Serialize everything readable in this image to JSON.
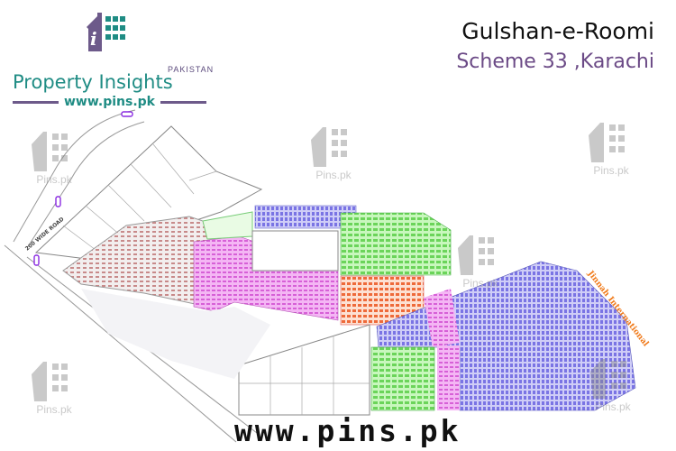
{
  "logo": {
    "country": "PAKISTAN",
    "brand": "Property Insights",
    "url": "www.pins.pk",
    "colors": {
      "purple": "#6d5a8a",
      "teal": "#1f8c84"
    }
  },
  "header": {
    "title": "Gulshan-e-Roomi",
    "subtitle": "Scheme 33 ,Karachi"
  },
  "map": {
    "labels": {
      "road_left": "200 WIDE ROAD",
      "road_right": "Jinnah International"
    },
    "colors": {
      "pink": "#f09af0",
      "green": "#9ef08c",
      "blue": "#a9a6f2",
      "orange": "#f59a6a",
      "road_label": "#f07a1a"
    }
  },
  "watermark": {
    "text": "Pins.pk"
  },
  "footer": {
    "url": "www.pins.pk"
  }
}
